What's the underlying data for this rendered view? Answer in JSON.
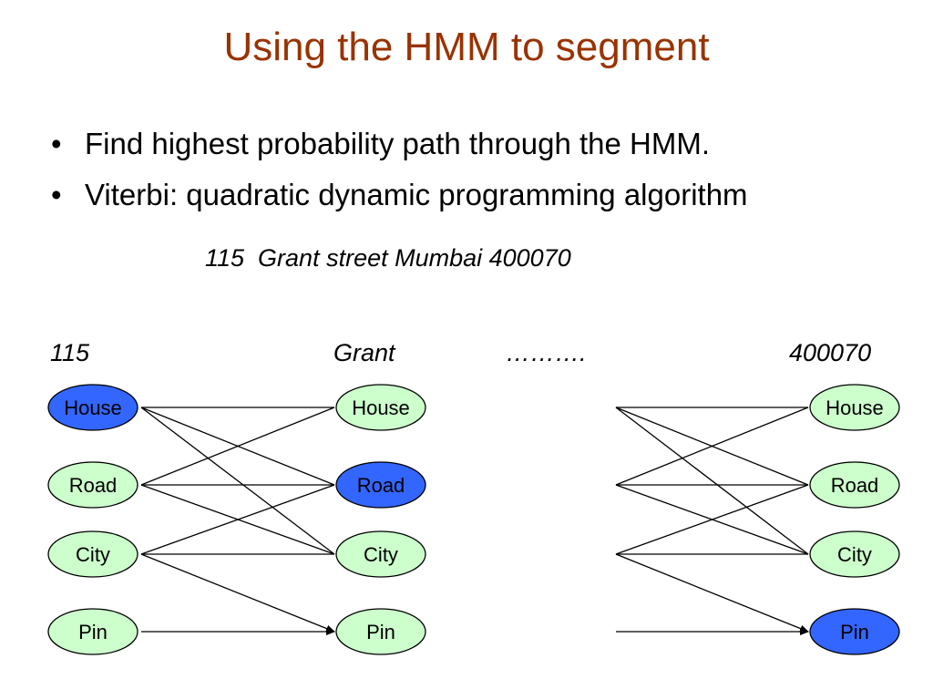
{
  "slide": {
    "title": "Using the HMM to segment",
    "bullets": [
      "Find highest probability path through the HMM.",
      "Viterbi: quadratic dynamic programming algorithm"
    ],
    "bullet_symbol": "•",
    "example": "115  Grant street Mumbai 400070"
  },
  "diagram": {
    "columns": [
      {
        "label": "115",
        "states": [
          "House",
          "Road",
          "City",
          "Pin"
        ],
        "highlighted": "House"
      },
      {
        "label": "Grant",
        "states": [
          "House",
          "Road",
          "City",
          "Pin"
        ],
        "highlighted": "Road"
      },
      {
        "label": "……….",
        "states": [],
        "highlighted": null
      },
      {
        "label": "400070",
        "states": [
          "House",
          "Road",
          "City",
          "Pin"
        ],
        "highlighted": "Pin"
      }
    ],
    "transitions": [
      {
        "from": "House",
        "to": [
          "House",
          "Road",
          "City"
        ]
      },
      {
        "from": "Road",
        "to": [
          "House",
          "Road",
          "City"
        ]
      },
      {
        "from": "City",
        "to": [
          "Road",
          "City",
          "Pin"
        ]
      },
      {
        "from": "Pin",
        "to": [
          "Pin"
        ]
      }
    ],
    "colors": {
      "highlight_fill": "#3366ff",
      "normal_fill": "#ccffcc",
      "stroke": "#000000",
      "title": "#993300"
    }
  }
}
